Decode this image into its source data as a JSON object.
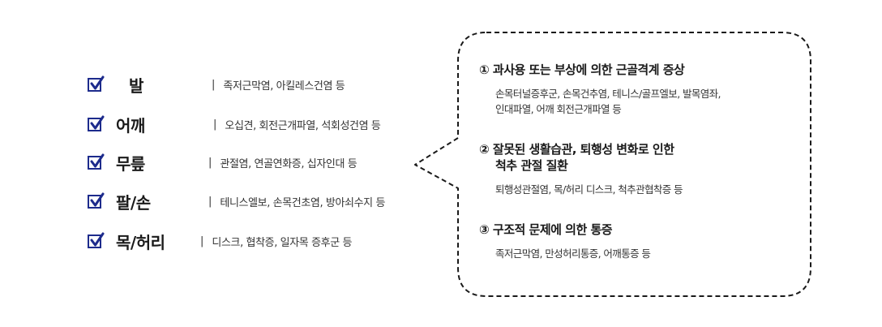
{
  "items": [
    {
      "name": "발",
      "desc": "족저근막염, 아킬레스건염 등"
    },
    {
      "name": "어깨",
      "desc": "오십견, 회전근개파열, 석회성건염 등"
    },
    {
      "name": "무릎",
      "desc": "관절염, 연골연화증, 십자인대 등"
    },
    {
      "name": "팔/손",
      "desc": "테니스엘보, 손목건초염, 방아쇠수지 등"
    },
    {
      "name": "목/허리",
      "desc": "디스크, 협착증, 일자목 증후군 등"
    }
  ],
  "separator": "|",
  "bubble": {
    "sections": [
      {
        "title": "① 과사용 또는 부상에 의한 근골격계 증상",
        "body_line1": "손목터널증후군, 손목건추염, 테니스/골프엘보, 발목염좌,",
        "body_line2": "인대파열, 어깨 회전근개파열 등"
      },
      {
        "title": "② 잘못된 생활습관, 퇴행성 변화로 인한",
        "title_line2": "척추 관절 질환",
        "body_line1": "퇴행성관절염, 목/허리 디스크, 척추관협착증 등"
      },
      {
        "title": "③ 구조적 문제에 의한 통증",
        "body_line1": "족저근막염, 만성허리통증, 어깨통증 등"
      }
    ]
  },
  "colors": {
    "check_box": "#1d2b8c",
    "check_mark": "#1d2b8c",
    "bubble_border": "#1a1a1a"
  }
}
